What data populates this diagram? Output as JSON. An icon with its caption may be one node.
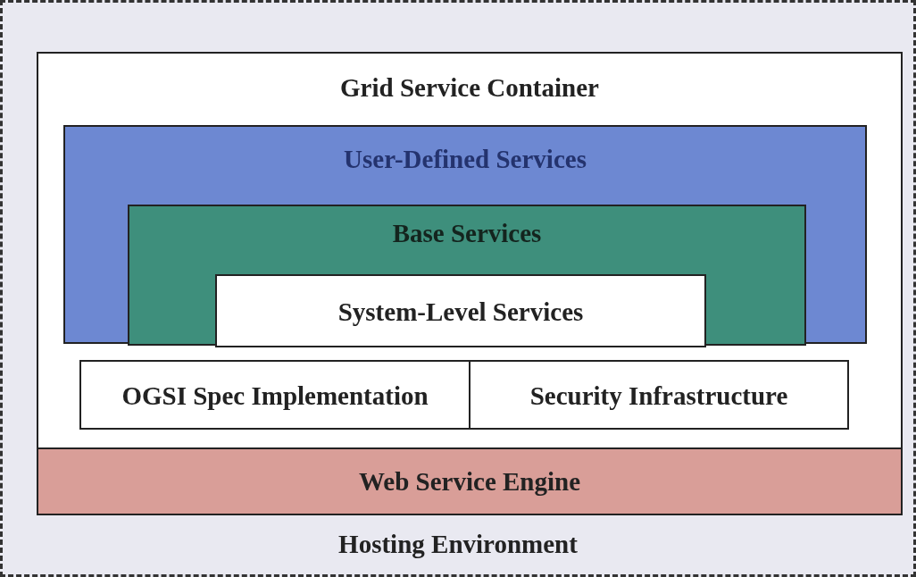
{
  "diagram": {
    "nodes": [
      {
        "text": [
          "Hosting Environment"
        ]
      },
      {
        "text": [
          "Grid Service Container"
        ],
        "in": 0
      },
      {
        "text": [
          "User-Defined Services"
        ],
        "in": 1
      },
      {
        "text": [
          "Base Services"
        ],
        "in": 2
      },
      {
        "text": [
          "System-Level Services"
        ],
        "in": 3
      },
      {
        "text": [
          "OGSI Spec Implementation"
        ],
        "in": 1
      },
      {
        "text": [
          "Security Infrastructure"
        ],
        "in": 1
      },
      {
        "text": [
          "Web Service Engine"
        ],
        "in": 0
      }
    ]
  }
}
